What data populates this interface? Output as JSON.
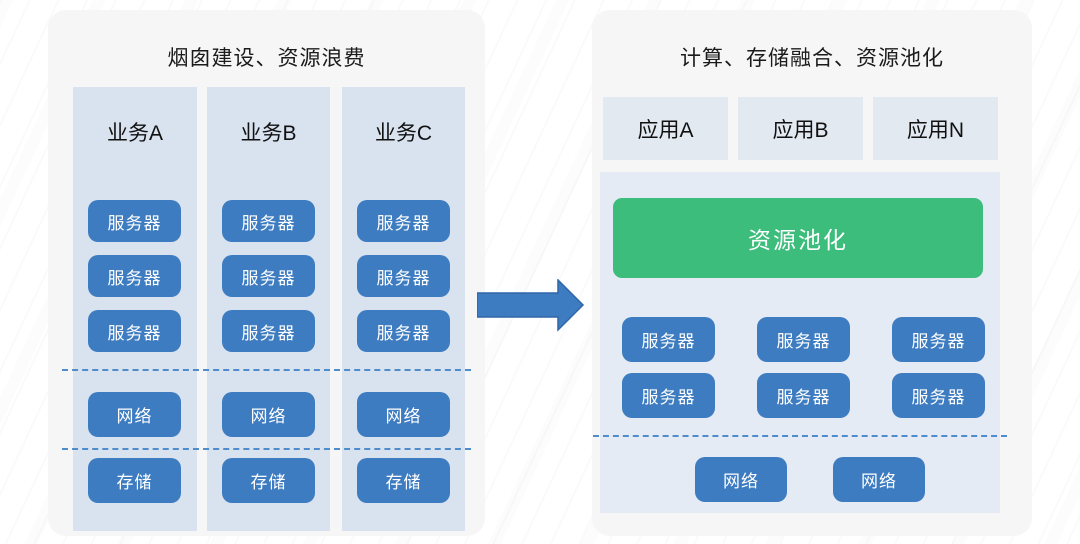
{
  "left_panel": {
    "title": "烟囱建设、资源浪费",
    "columns": [
      {
        "label": "业务A",
        "servers": [
          "服务器",
          "服务器",
          "服务器"
        ],
        "network": "网络",
        "storage": "存储"
      },
      {
        "label": "业务B",
        "servers": [
          "服务器",
          "服务器",
          "服务器"
        ],
        "network": "网络",
        "storage": "存储"
      },
      {
        "label": "业务C",
        "servers": [
          "服务器",
          "服务器",
          "服务器"
        ],
        "network": "网络",
        "storage": "存储"
      }
    ]
  },
  "arrow": {
    "icon": "right-arrow"
  },
  "right_panel": {
    "title": "计算、存储融合、资源池化",
    "apps": [
      "应用A",
      "应用B",
      "应用N"
    ],
    "pool_label": "资源池化",
    "servers": [
      "服务器",
      "服务器",
      "服务器",
      "服务器",
      "服务器",
      "服务器"
    ],
    "networks": [
      "网络",
      "网络"
    ]
  },
  "colors": {
    "button_blue": "#3e7cc1",
    "pool_green": "#3cbd7c",
    "left_column_bg": "#d9e2ef",
    "right_container_bg": "#e5ebf4",
    "app_box_bg": "#e2e9f1",
    "card_bg": "#f6f6f7",
    "dashed_line_blue": "#4e8ccb"
  }
}
